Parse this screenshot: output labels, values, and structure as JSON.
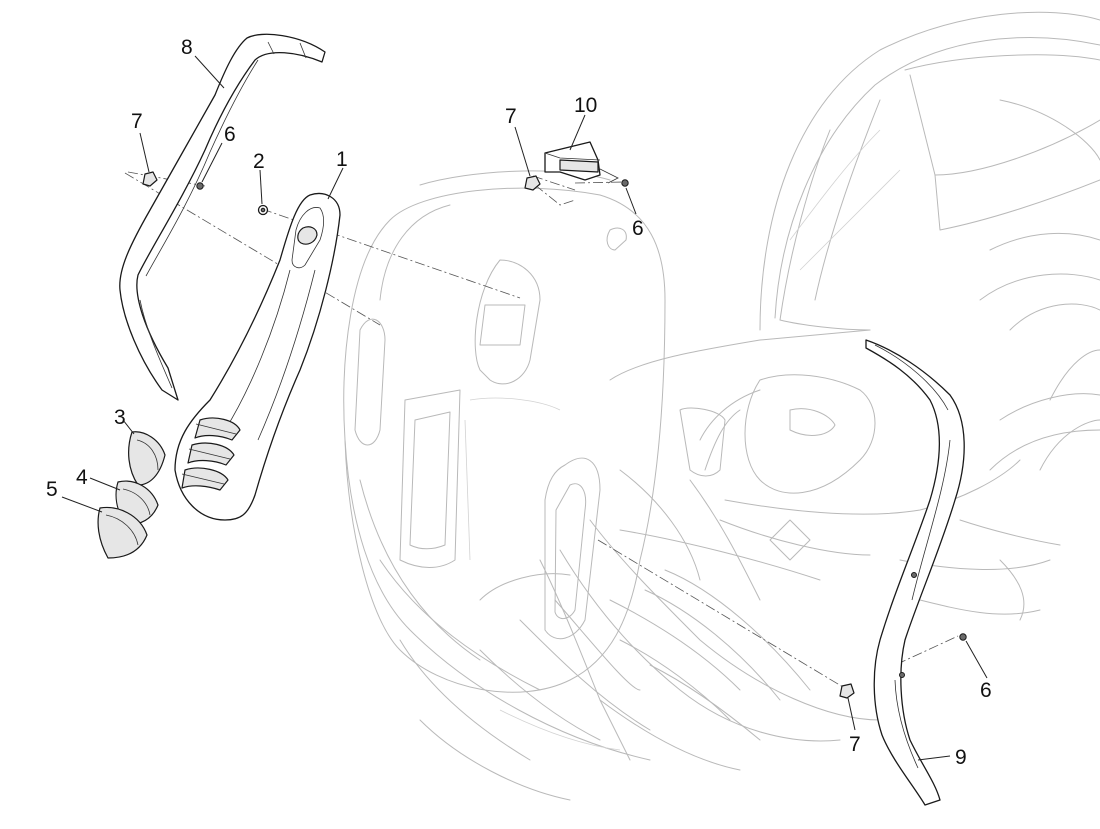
{
  "callouts": [
    {
      "id": "1",
      "label": "1"
    },
    {
      "id": "2",
      "label": "2"
    },
    {
      "id": "3",
      "label": "3"
    },
    {
      "id": "4",
      "label": "4"
    },
    {
      "id": "5",
      "label": "5"
    },
    {
      "id": "6a",
      "label": "6"
    },
    {
      "id": "6b",
      "label": "6"
    },
    {
      "id": "6c",
      "label": "6"
    },
    {
      "id": "7a",
      "label": "7"
    },
    {
      "id": "7b",
      "label": "7"
    },
    {
      "id": "7c",
      "label": "7"
    },
    {
      "id": "8",
      "label": "8"
    },
    {
      "id": "9",
      "label": "9"
    },
    {
      "id": "10",
      "label": "10"
    }
  ],
  "colors": {
    "line": "#1a1a1a",
    "ghost": "#b9b9b9",
    "background": "#ffffff"
  }
}
